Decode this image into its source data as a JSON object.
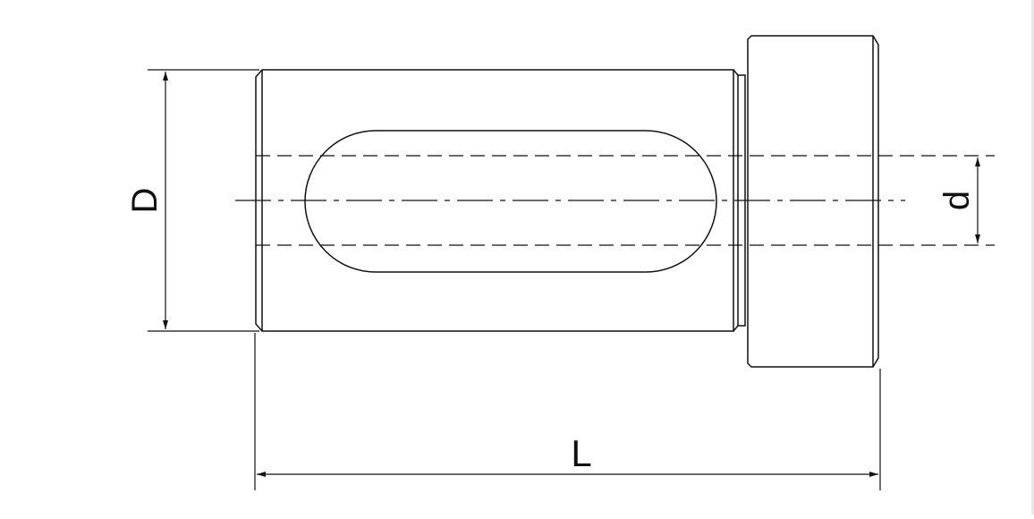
{
  "drawing": {
    "dimensions": {
      "D": "D",
      "d": "d",
      "L": "L"
    },
    "colors": {
      "line": "#111111",
      "background": "#ffffff"
    }
  }
}
